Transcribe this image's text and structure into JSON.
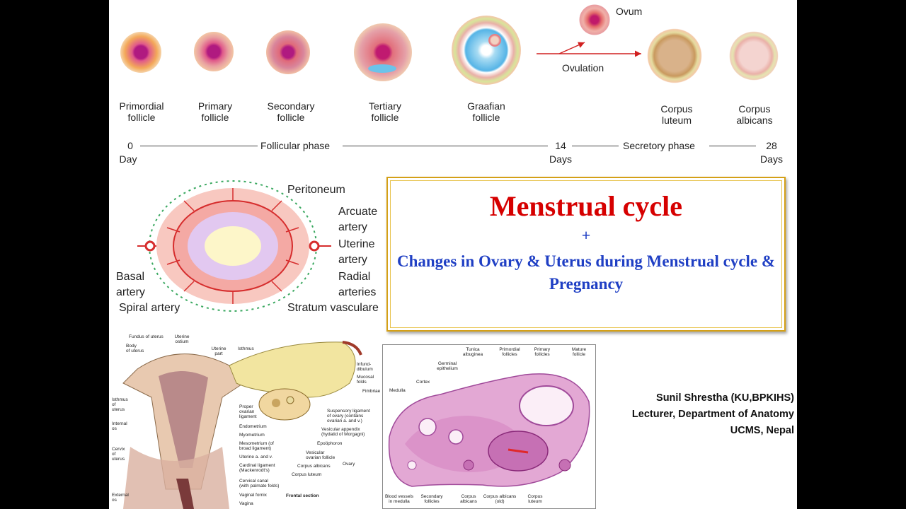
{
  "stages": [
    "Primordial\nfollicle",
    "Primary\nfollicle",
    "Secondary\nfollicle",
    "Tertiary\nfollicle",
    "Graafian\nfollicle",
    "Corpus\nluteum",
    "Corpus\nalbicans"
  ],
  "ovum": "Ovum",
  "ovulation": "Ovulation",
  "timeline": {
    "start_num": "0",
    "start_unit": "Day",
    "phase1": "Follicular phase",
    "mid_num": "14",
    "mid_unit": "Days",
    "phase2": "Secretory phase",
    "end_num": "28",
    "end_unit": "Days"
  },
  "artery": {
    "peritoneum": "Peritoneum",
    "arcuate": "Arcuate\nartery",
    "uterine": "Uterine\nartery",
    "basal": "Basal\nartery",
    "radial": "Radial\narteries",
    "spiral": "Spiral artery",
    "stratum": "Stratum vasculare"
  },
  "title": {
    "main": "Menstrual cycle",
    "plus": "+",
    "subtitle": "Changes in Ovary & Uterus during Menstrual cycle & Pregnancy"
  },
  "author": {
    "line1": "Sunil Shrestha (KU,BPKIHS)",
    "line2": "Lecturer, Department of Anatomy",
    "line3": "UCMS, Nepal"
  },
  "uterus": {
    "fundus": "Fundus of uterus",
    "body": "Body\nof uterus",
    "ostium": "Uterine\nostium",
    "uterine_part": "Uterine\npart",
    "isthmus": "Isthmus",
    "infund": "Infund-\ndibulum",
    "mucosal": "Mucosal\nfolds",
    "fimbriae": "Fimbriae",
    "isthmus_uterus": "Isthmus\nof\nuterus",
    "internal_os": "Internal\nos",
    "cervix": "Cervix\nof\nuterus",
    "external_os": "External\nos",
    "proper_ovarian": "Proper\novarian\nligament",
    "endometrium": "Endometrium",
    "myometrium": "Myometrium",
    "mesometrium": "Mesometrium (of\nbroad ligament)",
    "uterine_av": "Uterine a. and v.",
    "cardinal": "Cardinal ligament\n(Mackenrodt's)",
    "cervical_canal": "Cervical canal\n(with palmate folds)",
    "vaginal_fornix": "Vaginal fornix",
    "vagina": "Vagina",
    "suspensory": "Suspensory ligament\nof ovary (contains\novarian a. and v.)",
    "vesicular_app": "Vesicular appendix\n(hydatid of Morgagni)",
    "epoophoron": "Epoöphoron",
    "vesicular_foll": "Vesicular\novarian follicle",
    "corpus_albicans": "Corpus albicans",
    "corpus_luteum": "Corpus luteum",
    "ovary": "Ovary",
    "frontal": "Frontal section"
  },
  "ovary_histo": {
    "tunica": "Tunica\nalbuginea",
    "germinal": "Germinal\nepithelium",
    "primordial": "Primordial\nfollicles",
    "primary": "Primary\nfollicles",
    "mature": "Mature\nfollicle",
    "medulla": "Medulla",
    "cortex": "Cortex",
    "blood": "Blood vessels\nin medulla",
    "secondary": "Secondary\nfollicles",
    "corpus_alb": "Corpus\nalbicans",
    "corpus_alb_old": "Corpus albicans\n(old)",
    "corpus_lut": "Corpus\nluteum"
  },
  "colors": {
    "title_red": "#d60000",
    "subtitle_blue": "#1f3fc4",
    "border_gold": "#d4a017"
  }
}
